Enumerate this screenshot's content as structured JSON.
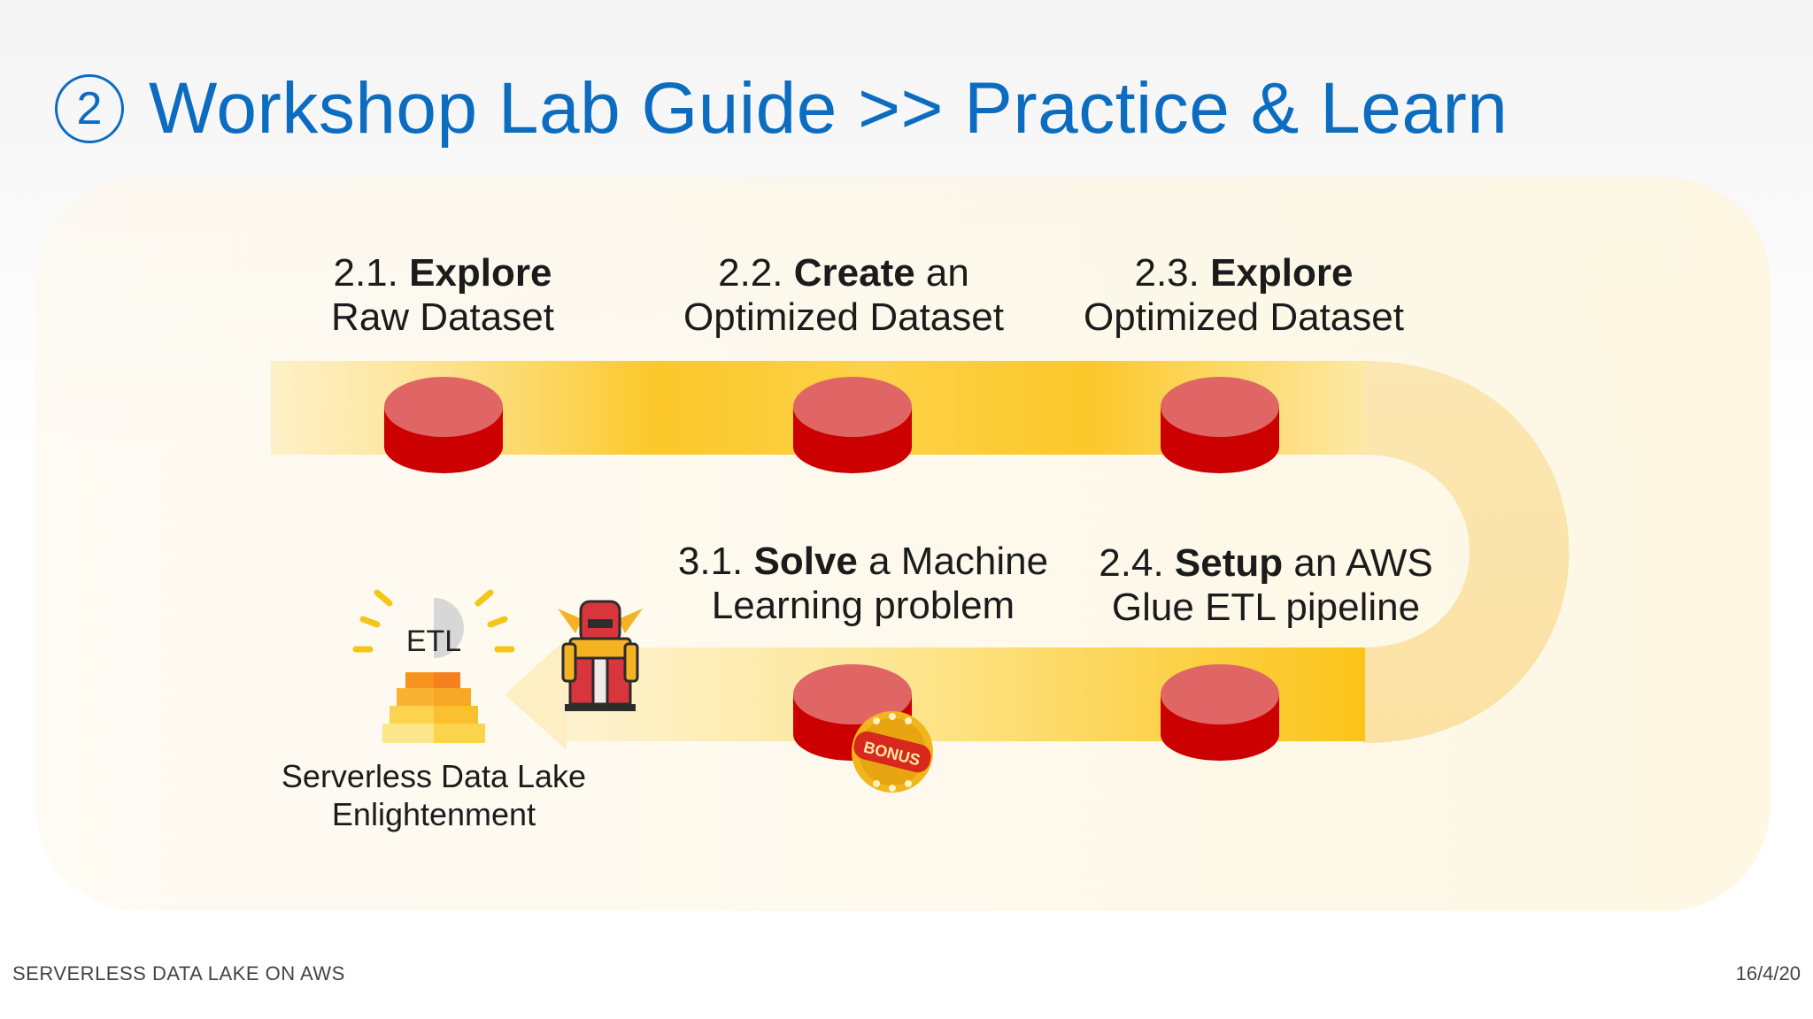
{
  "header": {
    "number": "2",
    "title": "Workshop Lab Guide >> Practice & Learn"
  },
  "steps": [
    {
      "id": "2.1",
      "num": "2.1. ",
      "bold": "Explore",
      "rest1": "",
      "line2": "Raw Dataset"
    },
    {
      "id": "2.2",
      "num": "2.2. ",
      "bold": "Create",
      "rest1": " an",
      "line2": "Optimized Dataset"
    },
    {
      "id": "2.3",
      "num": "2.3. ",
      "bold": "Explore",
      "rest1": "",
      "line2": "Optimized Dataset"
    },
    {
      "id": "2.4",
      "num": "2.4. ",
      "bold": "Setup",
      "rest1": " an AWS",
      "line2": "Glue ETL pipeline"
    },
    {
      "id": "3.1",
      "num": "3.1. ",
      "bold": "Solve",
      "rest1": " a Machine",
      "line2": "Learning problem"
    }
  ],
  "goal": {
    "icon_text": "ETL",
    "line1": "Serverless Data Lake",
    "line2": "Enlightenment"
  },
  "badge": {
    "text": "BONUS"
  },
  "footer": {
    "left": "SERVERLESS DATA LAKE ON AWS",
    "right": "16/4/20"
  },
  "colors": {
    "title": "#0b6cc0",
    "path_yellow": "#fcc419",
    "database_red": "#cc0000",
    "database_top": "#e06666"
  },
  "icons": [
    "database-icon",
    "etl-pyramid-icon",
    "robot-warrior-icon",
    "bonus-badge-icon"
  ]
}
